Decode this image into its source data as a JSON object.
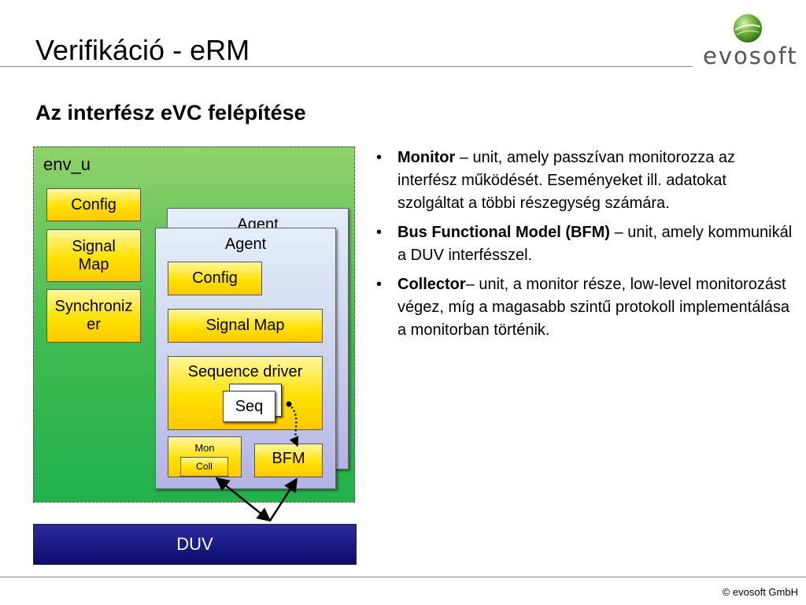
{
  "title": "Verifikáció - eRM",
  "logo": {
    "text": "evosoft"
  },
  "subtitle": "Az interfész eVC felépítése",
  "diagram": {
    "env_label": "env_u",
    "env_blocks": [
      "Config",
      "Signal Map",
      "Synchronizer"
    ],
    "agent_back_label": "Agent",
    "agent_front_label": "Agent",
    "agent_blocks": {
      "config": "Config",
      "signal_map": "Signal Map",
      "sequence_driver": "Sequence driver",
      "seq": "Seq",
      "mon": "Mon",
      "coll": "Coll",
      "bfm": "BFM"
    },
    "duv": "DUV"
  },
  "bullets": [
    {
      "term": "Monitor",
      "text": " – unit, amely passzívan monitorozza az interfész működését. Eseményeket ill. adatokat szolgáltat a többi részegység számára."
    },
    {
      "term": "Bus Functional Model (BFM)",
      "text": " – unit, amely kommunikál a DUV interfésszel."
    },
    {
      "term": "Collector",
      "text": "– unit, a monitor része, low-level monitorozást végez, míg a magasabb szintű protokoll implementálása a monitorban történik."
    }
  ],
  "footer": "© evosoft GmbH",
  "colors": {
    "env_green": "#22b14c",
    "block_yellow": "#ffe100",
    "agent_lavender": "#c7cdec",
    "duv_blue": "#0c0c6e"
  }
}
